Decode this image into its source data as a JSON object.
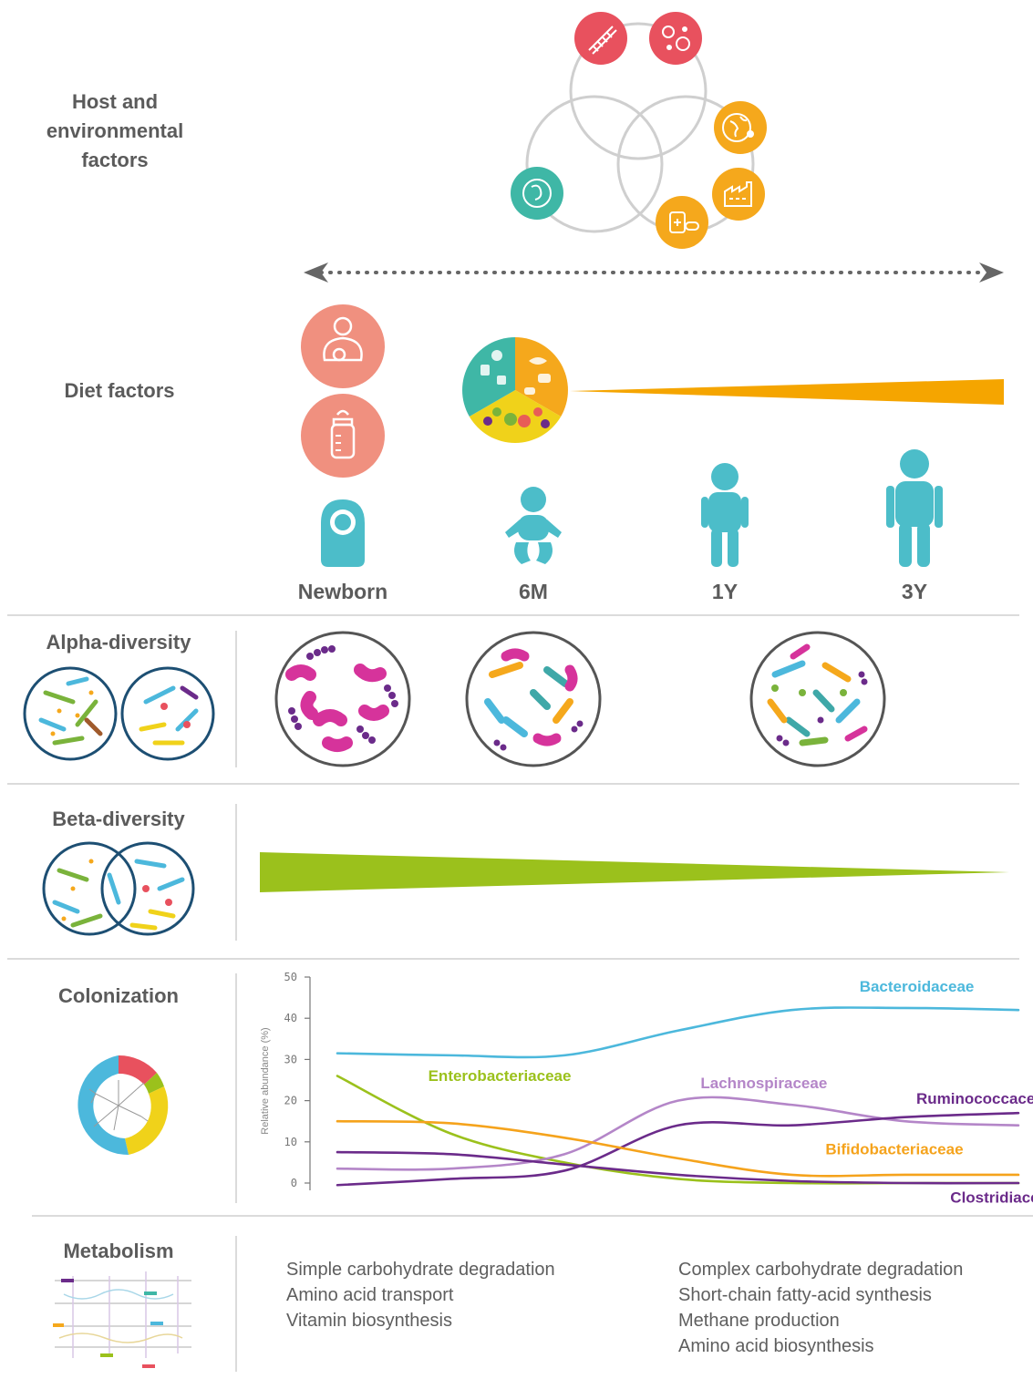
{
  "rows": {
    "host_env": [
      "Host and",
      "environmental",
      "factors"
    ],
    "diet": "Diet factors",
    "alpha": "Alpha-diversity",
    "beta": "Beta-diversity",
    "colonization": "Colonization",
    "metabolism": "Metabolism"
  },
  "timeline": [
    "Newborn",
    "6M",
    "1Y",
    "3Y"
  ],
  "metabolism": {
    "early": [
      "Simple carbohydrate degradation",
      "Amino acid transport",
      "Vitamin biosynthesis"
    ],
    "late": [
      "Complex carbohydrate degradation",
      "Short-chain fatty-acid synthesis",
      "Methane production",
      "Amino acid biosynthesis"
    ]
  },
  "colors": {
    "coral": "#f0907f",
    "red": "#e8515e",
    "teal": "#3fb7a6",
    "orange": "#f5a81c",
    "child": "#4cbdc9",
    "green_wedge": "#9bc11c",
    "diet_wedge": "#f5a500"
  },
  "icons": {
    "host_env": [
      "dna-icon",
      "cells-icon",
      "globe-icon",
      "factory-icon",
      "medication-icon",
      "fetus-icon"
    ],
    "diet": [
      "breastfeeding-icon",
      "baby-bottle-icon",
      "food-plate-icon"
    ],
    "children": [
      "newborn-icon",
      "infant-icon",
      "toddler-icon",
      "child-icon"
    ]
  },
  "chart_data": {
    "type": "line",
    "ylabel": "Relative abundance (%)",
    "ylim": [
      0,
      50
    ],
    "yticks": [
      0,
      10,
      20,
      30,
      40,
      50
    ],
    "x": [
      0,
      0.5,
      1,
      1.5,
      2,
      2.5,
      3
    ],
    "series": [
      {
        "name": "Bacteroidaceae",
        "color": "#4cb8dc",
        "values": [
          31.5,
          31,
          31,
          37,
          42,
          42.5,
          42
        ]
      },
      {
        "name": "Enterobacteriaceae",
        "color": "#9bc11c",
        "values": [
          26,
          12,
          5,
          1,
          0,
          0,
          0
        ]
      },
      {
        "name": "Lachnospiraceae",
        "color": "#b486c8",
        "values": [
          3.5,
          3.5,
          7,
          20,
          19,
          15,
          14
        ]
      },
      {
        "name": "Ruminococcaceae",
        "color": "#6b2b8a",
        "values": [
          -0.5,
          1,
          3,
          14,
          14,
          16,
          17
        ]
      },
      {
        "name": "Bifidobacteriaceae",
        "color": "#f5a31c",
        "values": [
          15,
          14.5,
          11,
          6,
          2,
          2,
          2
        ]
      },
      {
        "name": "Clostridiaceae",
        "color": "#6b2b8a",
        "values": [
          7.5,
          7,
          4.5,
          2,
          0.5,
          0,
          0
        ]
      }
    ]
  }
}
